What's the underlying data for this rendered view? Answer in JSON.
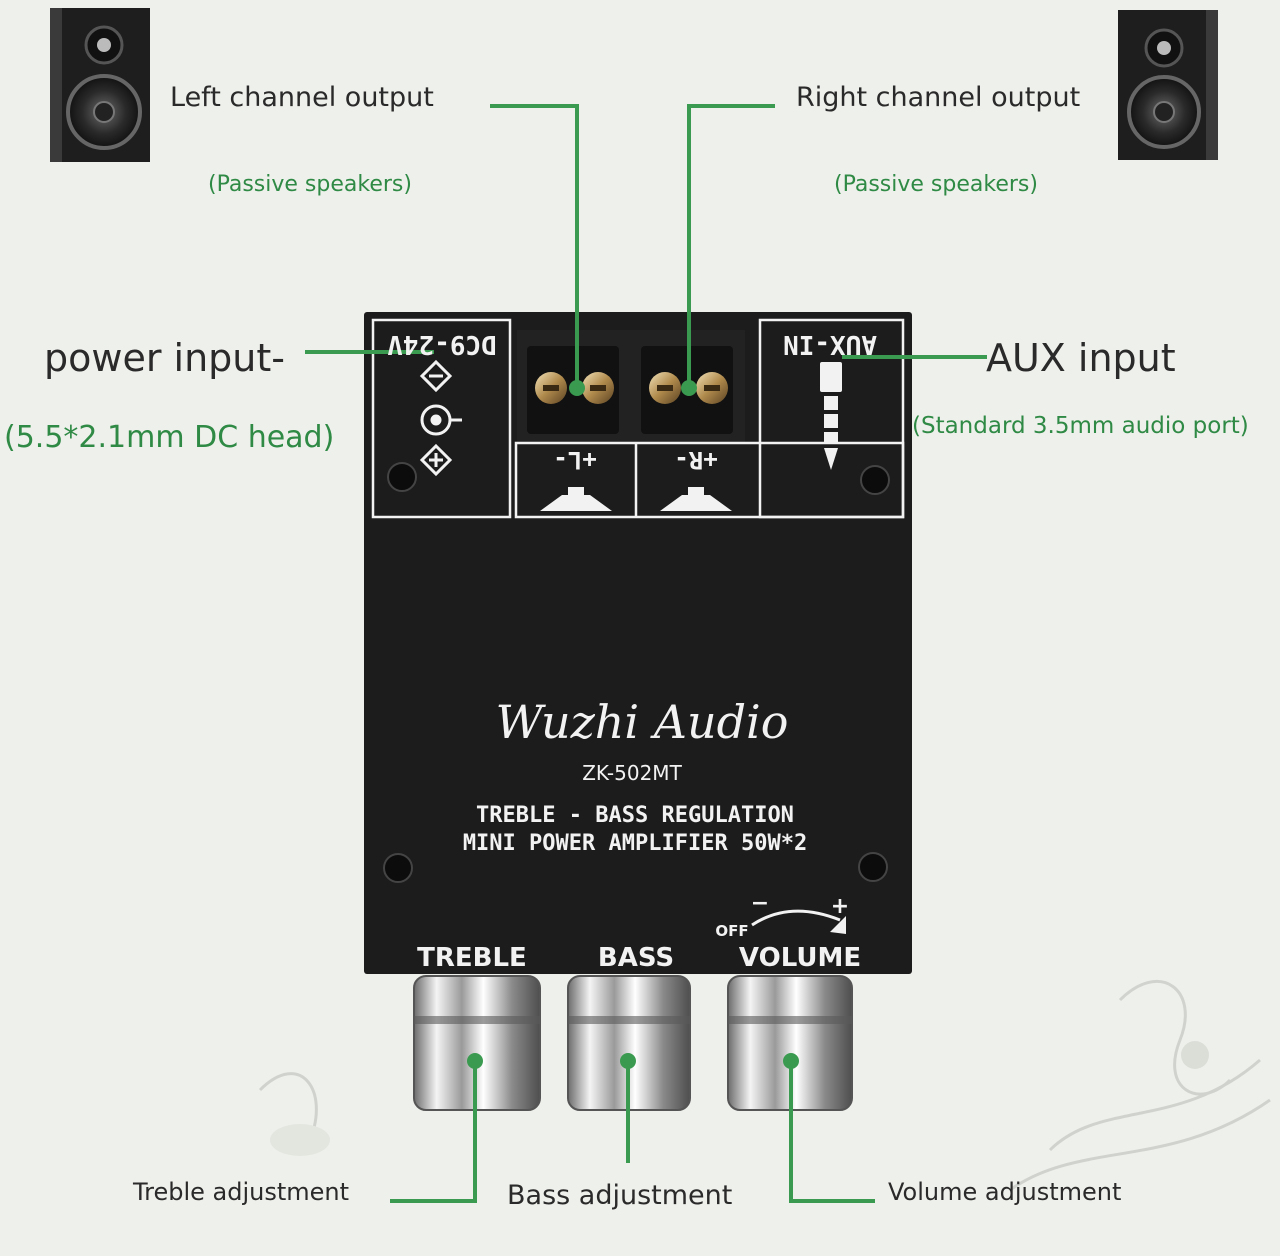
{
  "labels": {
    "left_output": "Left channel output",
    "left_output_sub": "(Passive speakers)",
    "right_output": "Right channel output",
    "right_output_sub": "(Passive speakers)",
    "power_input": "power input-",
    "power_input_sub": "(5.5*2.1mm DC head)",
    "aux_input": "AUX input",
    "aux_input_sub": "(Standard 3.5mm audio port)",
    "treble_adj": "Treble adjustment",
    "bass_adj": "Bass adjustment",
    "volume_adj": "Volume adjustment"
  },
  "board": {
    "dc_label": "DC9-24V",
    "aux_label": "AUX-IN",
    "left_terminal": "+L-",
    "right_terminal": "+R-",
    "brand": "Wuzhi Audio",
    "model": "ZK-502MT",
    "line1": "TREBLE - BASS REGULATION",
    "line2": "MINI POWER AMPLIFIER 50W*2",
    "knob_treble": "TREBLE",
    "knob_bass": "BASS",
    "knob_volume": "VOLUME",
    "vol_off": "OFF",
    "vol_minus": "−",
    "vol_plus": "+"
  },
  "colors": {
    "background": "#eef0eb",
    "board": "#1c1c1c",
    "leader_line": "#3a9a4f",
    "accent_text": "#2f8a45",
    "label_text": "#2a2a2a"
  },
  "icons": [
    "speaker-icon",
    "dc-jack-icon",
    "aux-jack-icon",
    "screw-terminal-icon",
    "music-notes-icon"
  ]
}
